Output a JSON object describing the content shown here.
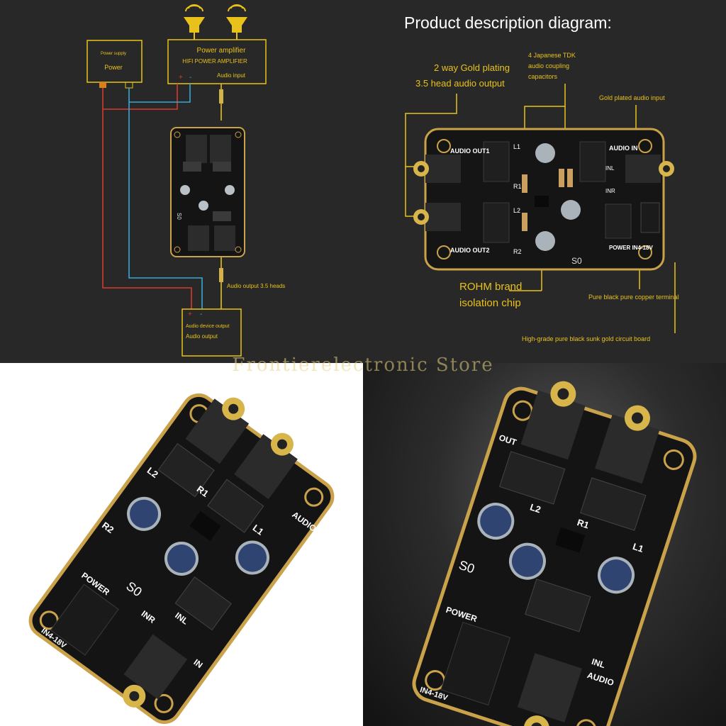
{
  "diagram": {
    "speaker_icon": "speaker-icon",
    "power_supply_box": {
      "small": "Power supply",
      "label": "Power"
    },
    "amplifier_box": {
      "title": "Power amplifier",
      "subtitle": "HIFI POWER AMPLIFIER",
      "input": "Audio input",
      "plus": "+",
      "minus": "-"
    },
    "output_label": "Audio output 3.5 heads",
    "device_box": {
      "line1": "Audio device output",
      "line2": "Audio output",
      "plus": "+",
      "minus": "-"
    },
    "board_labels": {
      "s0": "S0"
    }
  },
  "description": {
    "title": "Product description diagram:",
    "callouts": {
      "gold_output_1": "2 way Gold plating",
      "gold_output_2": "3.5 head audio output",
      "tdk_1": "4 Japanese TDK",
      "tdk_2": "audio coupling",
      "tdk_3": "capacitors",
      "gold_input": "Gold plated audio input",
      "rohm_1": "ROHM brand",
      "rohm_2": "isolation chip",
      "terminal": "Pure black pure copper terminal",
      "board": "High-grade pure black sunk gold circuit board"
    },
    "board_labels": {
      "audio_out1": "AUDIO OUT1",
      "audio_out2": "AUDIO OUT2",
      "audio_in": "AUDIO IN",
      "power": "POWER IN4-18V",
      "l1": "L1",
      "l2": "L2",
      "r1": "R1",
      "r2": "R2",
      "inl": "INL",
      "inr": "INR",
      "s0": "S0"
    }
  },
  "photos": {
    "labels": {
      "s0": "S0",
      "l1": "L1",
      "l2": "L2",
      "r1": "R1",
      "r2": "R2",
      "inl": "INL",
      "inr": "INR",
      "power": "POWER",
      "voltage": "IN4-18V",
      "audio": "AUDIO",
      "out": "OUT",
      "in": "IN"
    }
  },
  "watermark": "Frontierelectronic Store",
  "colors": {
    "gold": "#e8c21a",
    "red_wire": "#d63a2e",
    "blue_wire": "#35a9d6",
    "board": "#151515",
    "edge_gold": "#c9a24a"
  }
}
